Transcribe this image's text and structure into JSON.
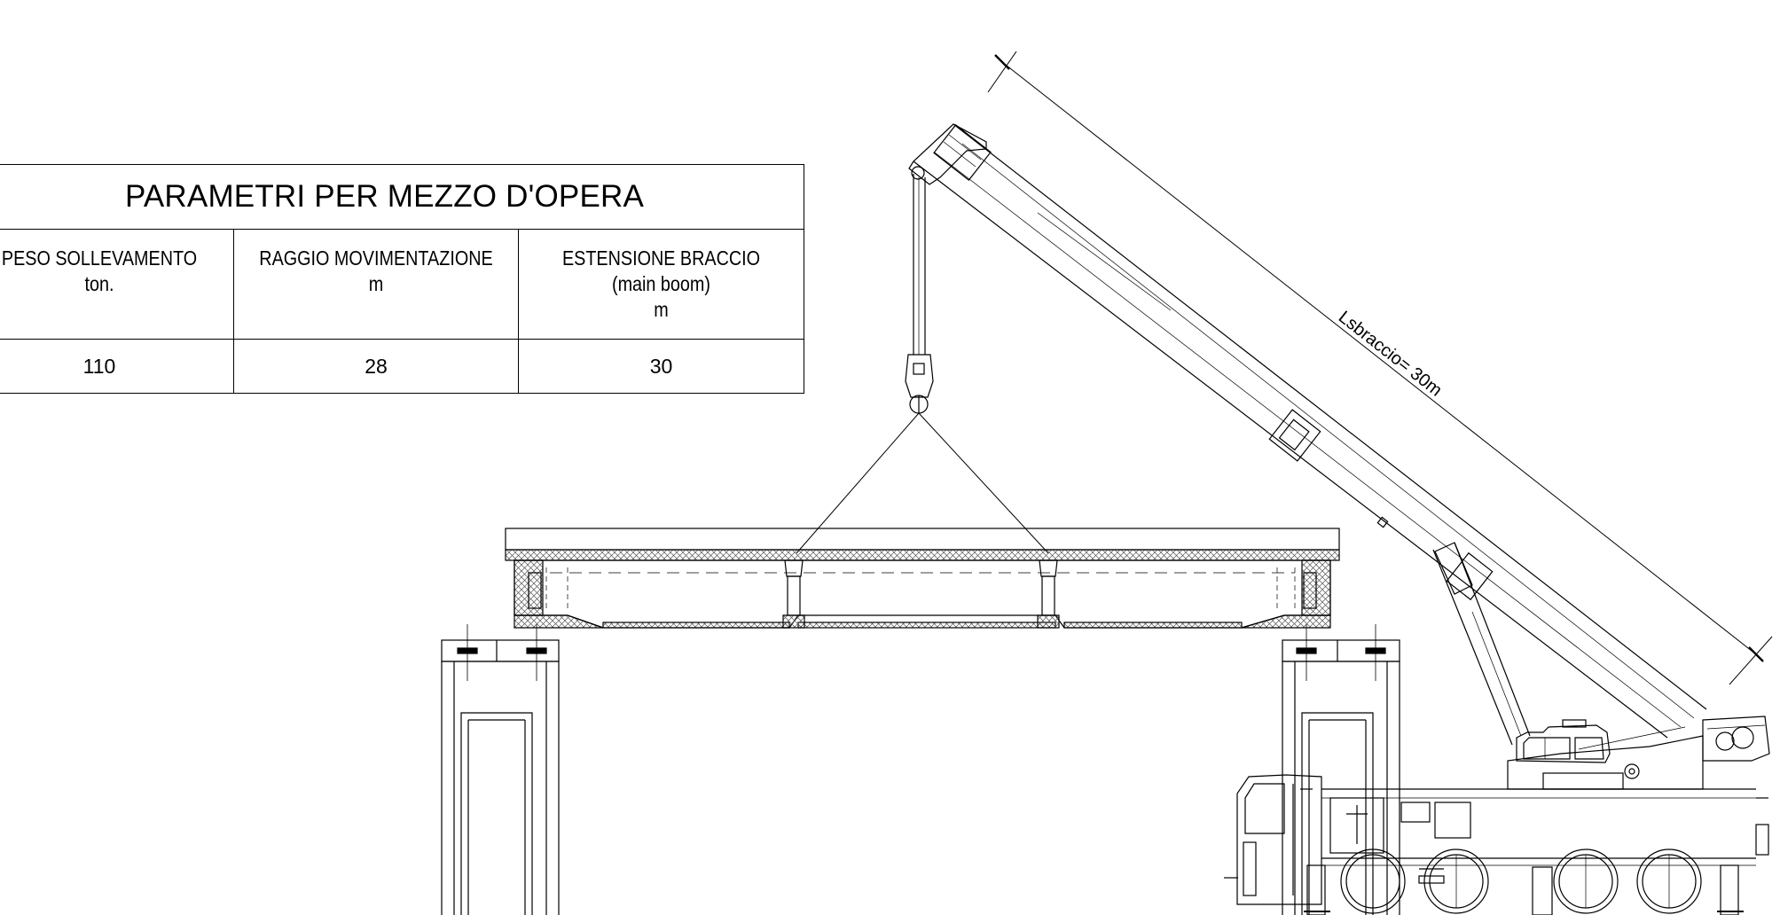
{
  "table": {
    "title": "PARAMETRI PER MEZZO D'OPERA",
    "columns": [
      {
        "title": "PESO SOLLEVAMENTO",
        "unit": "ton.",
        "value": "110"
      },
      {
        "title": "RAGGIO MOVIMENTAZIONE",
        "unit": "m",
        "value": "28"
      },
      {
        "title": "ESTENSIONE BRACCIO",
        "subtitle": "(main boom)",
        "unit": "m",
        "value": "30"
      }
    ]
  },
  "dimension": {
    "label": "Lsbraccio= 30m"
  },
  "colors": {
    "line": "#000000",
    "background": "#ffffff",
    "hatch": "#555555"
  }
}
